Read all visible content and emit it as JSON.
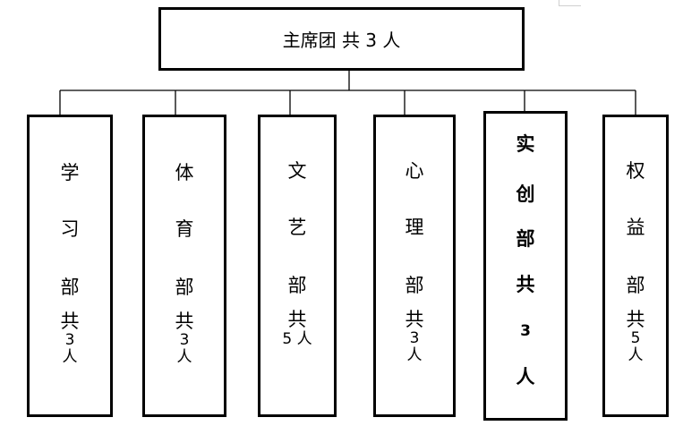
{
  "top": {
    "label": "主席团 共 3 人"
  },
  "departments": [
    {
      "chars": [
        "学",
        "习",
        "部",
        "共"
      ],
      "count_lines": [
        "3",
        "人"
      ],
      "bold": false
    },
    {
      "chars": [
        "体",
        "育",
        "部",
        "共"
      ],
      "count_lines": [
        "3",
        "人"
      ],
      "bold": false
    },
    {
      "chars": [
        "文",
        "艺",
        "部",
        "共"
      ],
      "count_lines": [
        "5 人"
      ],
      "bold": false
    },
    {
      "chars": [
        "心",
        "理",
        "部",
        "共"
      ],
      "count_lines": [
        "3",
        "人"
      ],
      "bold": false
    },
    {
      "chars": [
        "实",
        "创",
        "部",
        "共",
        "3",
        "人"
      ],
      "count_lines": [],
      "bold": true
    },
    {
      "chars": [
        "权",
        "益",
        "部",
        "共"
      ],
      "count_lines": [
        "5",
        "人"
      ],
      "bold": false
    }
  ]
}
